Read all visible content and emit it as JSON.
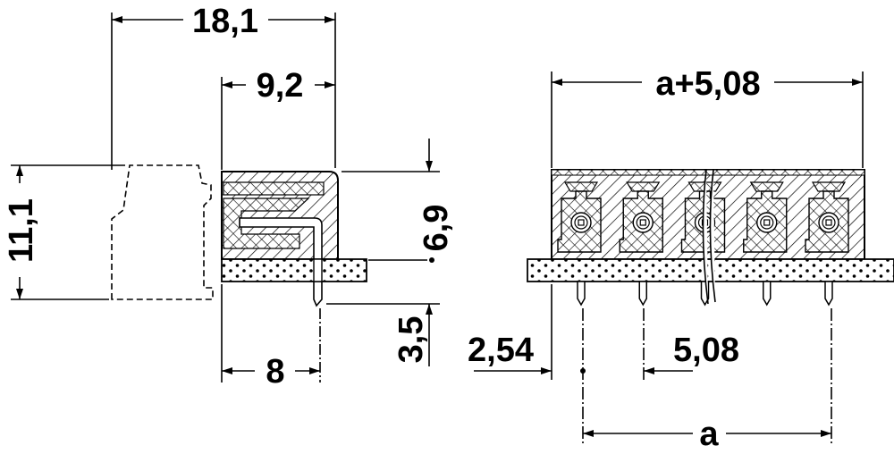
{
  "drawing": {
    "side_view": {
      "overall_depth": "18,1",
      "body_depth": "9,2",
      "overall_height": "11,1",
      "body_height": "6,9",
      "pin_length": "3,5",
      "pin_offset": "8"
    },
    "front_view": {
      "overall_length": "a+5,08",
      "edge_offset": "2,54",
      "pitch": "5,08",
      "pin_span": "a"
    },
    "pin_count_shown": 5,
    "colors": {
      "line": "#000000",
      "background": "#ffffff"
    }
  }
}
